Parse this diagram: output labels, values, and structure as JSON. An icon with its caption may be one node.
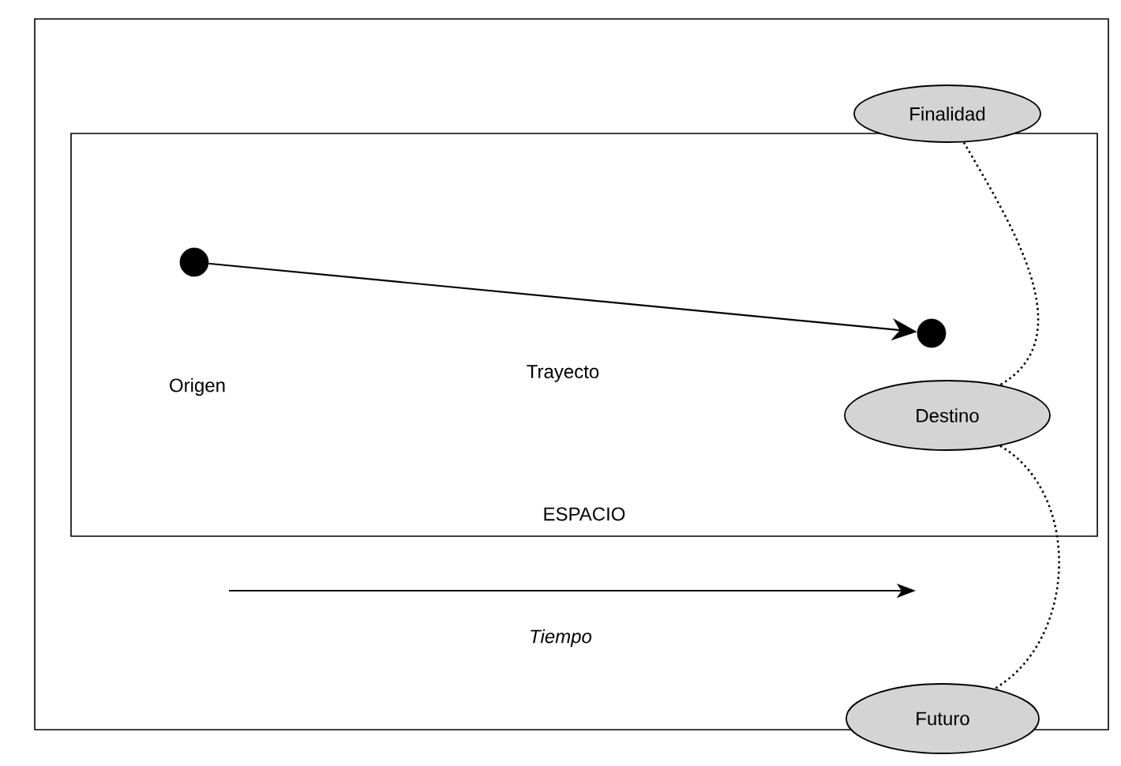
{
  "diagram": {
    "nodes": [
      {
        "text": [
          "ESPACIO"
        ]
      },
      {
        "text": [],
        "shape": "circle",
        "in": 0
      },
      {
        "text": [],
        "shape": "circle",
        "in": 0
      },
      {
        "text": [
          "Finalidad"
        ]
      },
      {
        "text": [
          "Destino"
        ],
        "in": 0
      },
      {
        "text": [
          "Futuro"
        ]
      }
    ],
    "edges": [
      {
        "from": 1,
        "to": 2,
        "arrow": "to",
        "label": "Trayecto"
      },
      {
        "from": 3,
        "to": 4,
        "arrow": "none",
        "style": "dashed"
      },
      {
        "from": 4,
        "to": 5,
        "arrow": "none",
        "style": "dashed"
      }
    ],
    "labels": [
      "Origen",
      "Tiempo"
    ]
  }
}
